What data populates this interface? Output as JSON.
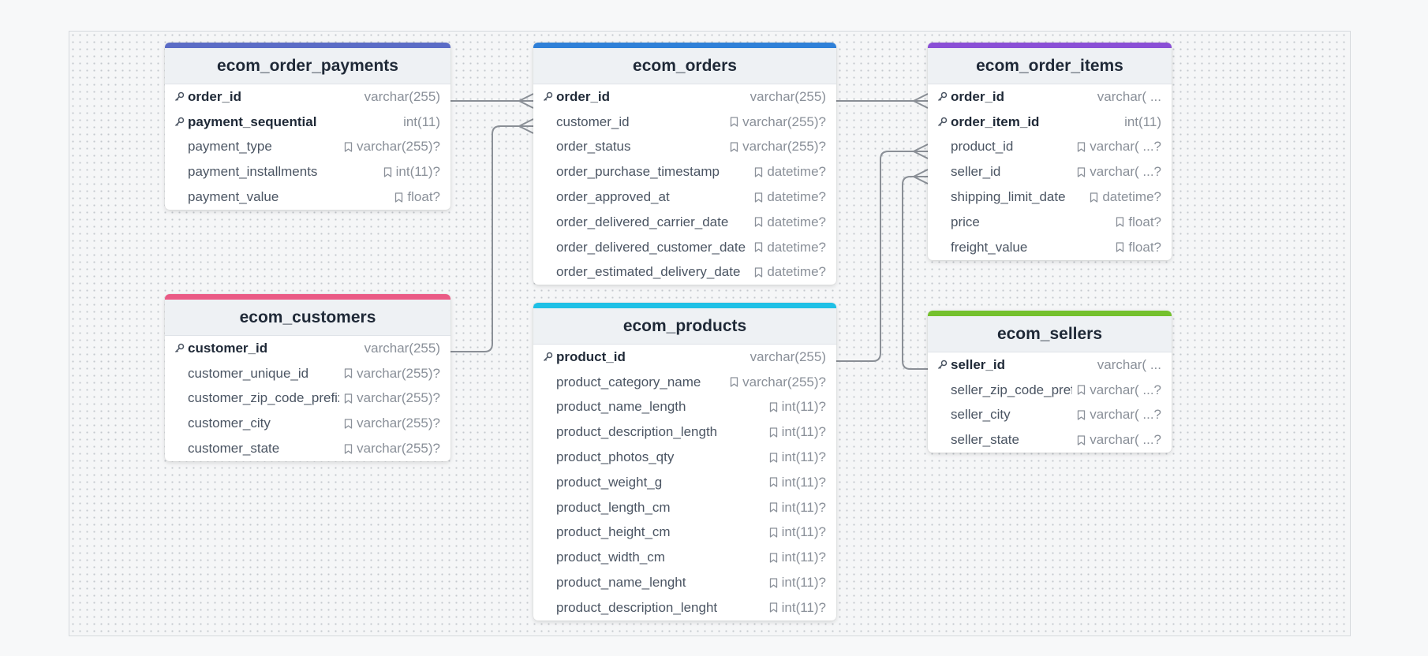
{
  "colors": {
    "ecom_order_payments": "#5b6cc6",
    "ecom_orders": "#2f80d8",
    "ecom_order_items": "#8a4fd6",
    "ecom_customers": "#ea5a85",
    "ecom_products": "#1ec0e6",
    "ecom_sellers": "#74c12d"
  },
  "tables": {
    "payments": {
      "name": "ecom_order_payments",
      "columns": [
        {
          "name": "order_id",
          "type": "varchar(255)",
          "pk": true
        },
        {
          "name": "payment_sequential",
          "type": "int(11)",
          "pk": true
        },
        {
          "name": "payment_type",
          "type": "varchar(255)?",
          "pk": false
        },
        {
          "name": "payment_installments",
          "type": "int(11)?",
          "pk": false
        },
        {
          "name": "payment_value",
          "type": "float?",
          "pk": false
        }
      ]
    },
    "orders": {
      "name": "ecom_orders",
      "columns": [
        {
          "name": "order_id",
          "type": "varchar(255)",
          "pk": true
        },
        {
          "name": "customer_id",
          "type": "varchar(255)?",
          "pk": false
        },
        {
          "name": "order_status",
          "type": "varchar(255)?",
          "pk": false
        },
        {
          "name": "order_purchase_timestamp",
          "type": "datetime?",
          "pk": false
        },
        {
          "name": "order_approved_at",
          "type": "datetime?",
          "pk": false
        },
        {
          "name": "order_delivered_carrier_date",
          "type": "datetime?",
          "pk": false
        },
        {
          "name": "order_delivered_customer_date",
          "type": "datetime?",
          "pk": false
        },
        {
          "name": "order_estimated_delivery_date",
          "type": "datetime?",
          "pk": false
        }
      ]
    },
    "items": {
      "name": "ecom_order_items",
      "columns": [
        {
          "name": "order_id",
          "type": "varchar( ...",
          "pk": true
        },
        {
          "name": "order_item_id",
          "type": "int(11)",
          "pk": true
        },
        {
          "name": "product_id",
          "type": "varchar( ...?",
          "pk": false
        },
        {
          "name": "seller_id",
          "type": "varchar( ...?",
          "pk": false
        },
        {
          "name": "shipping_limit_date",
          "type": "datetime?",
          "pk": false
        },
        {
          "name": "price",
          "type": "float?",
          "pk": false
        },
        {
          "name": "freight_value",
          "type": "float?",
          "pk": false
        }
      ]
    },
    "customers": {
      "name": "ecom_customers",
      "columns": [
        {
          "name": "customer_id",
          "type": "varchar(255)",
          "pk": true
        },
        {
          "name": "customer_unique_id",
          "type": "varchar(255)?",
          "pk": false
        },
        {
          "name": "customer_zip_code_prefix",
          "type": "varchar(255)?",
          "pk": false
        },
        {
          "name": "customer_city",
          "type": "varchar(255)?",
          "pk": false
        },
        {
          "name": "customer_state",
          "type": "varchar(255)?",
          "pk": false
        }
      ]
    },
    "products": {
      "name": "ecom_products",
      "columns": [
        {
          "name": "product_id",
          "type": "varchar(255)",
          "pk": true
        },
        {
          "name": "product_category_name",
          "type": "varchar(255)?",
          "pk": false
        },
        {
          "name": "product_name_length",
          "type": "int(11)?",
          "pk": false
        },
        {
          "name": "product_description_length",
          "type": "int(11)?",
          "pk": false
        },
        {
          "name": "product_photos_qty",
          "type": "int(11)?",
          "pk": false
        },
        {
          "name": "product_weight_g",
          "type": "int(11)?",
          "pk": false
        },
        {
          "name": "product_length_cm",
          "type": "int(11)?",
          "pk": false
        },
        {
          "name": "product_height_cm",
          "type": "int(11)?",
          "pk": false
        },
        {
          "name": "product_width_cm",
          "type": "int(11)?",
          "pk": false
        },
        {
          "name": "product_name_lenght",
          "type": "int(11)?",
          "pk": false
        },
        {
          "name": "product_description_lenght",
          "type": "int(11)?",
          "pk": false
        }
      ]
    },
    "sellers": {
      "name": "ecom_sellers",
      "columns": [
        {
          "name": "seller_id",
          "type": "varchar( ...",
          "pk": true
        },
        {
          "name": "seller_zip_code_prefix",
          "type": "varchar( ...?",
          "pk": false
        },
        {
          "name": "seller_city",
          "type": "varchar( ...?",
          "pk": false
        },
        {
          "name": "seller_state",
          "type": "varchar( ...?",
          "pk": false
        }
      ]
    }
  },
  "relationships": [
    {
      "from": "ecom_order_payments.order_id",
      "to": "ecom_orders.order_id"
    },
    {
      "from": "ecom_customers.customer_id",
      "to": "ecom_orders.customer_id"
    },
    {
      "from": "ecom_orders.order_id",
      "to": "ecom_order_items.order_id"
    },
    {
      "from": "ecom_products.product_id",
      "to": "ecom_order_items.product_id"
    },
    {
      "from": "ecom_sellers.seller_id",
      "to": "ecom_order_items.seller_id"
    }
  ]
}
